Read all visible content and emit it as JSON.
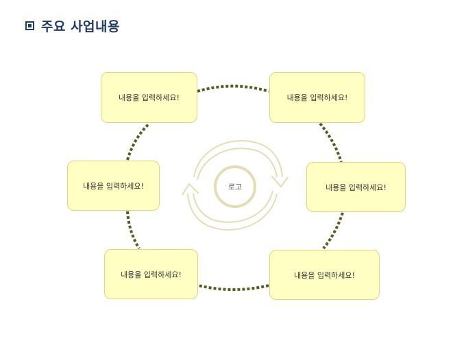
{
  "title": "주요 사업내용",
  "logo_label": "로고",
  "boxes": [
    {
      "label": "내용을 입력하세요!"
    },
    {
      "label": "내용을 입력하세요!"
    },
    {
      "label": "내용을 입력하세요!"
    },
    {
      "label": "내용을 입력하세요!"
    },
    {
      "label": "내용을 입력하세요!"
    },
    {
      "label": "내용을 입력하세요!"
    }
  ],
  "colors": {
    "title": "#1f3b66",
    "box_fill": "#ffffc4",
    "box_border": "#d9d77c",
    "connector": "#5a5a1e",
    "logo_ring": "#e6dcb4"
  }
}
